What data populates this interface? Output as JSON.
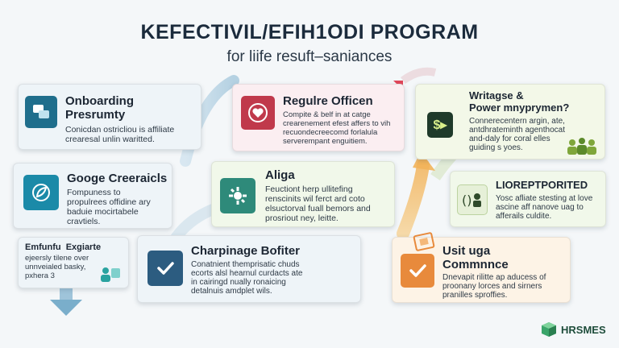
{
  "header": {
    "title": "KEFECTIVIL/EFIH1ODI PROGRAM",
    "subtitle": "for liife resuft–saniances"
  },
  "cards": {
    "onboarding": {
      "title": "Onboarding\nPresrumty",
      "body": "Conicdan ostricliou is affiliate\ncrearesal unlin waritted.",
      "icon": "chat-bubbles-icon",
      "color": "#1f6e8c"
    },
    "regulre": {
      "title": "Regulre Officen",
      "body": "Compite & belf in at catge\ncrearenement efest affers to vih\nrecuondecreecomd forlalula\nserverempant enguitiem.",
      "icon": "heart-icon",
      "color": "#c0394b"
    },
    "writagse": {
      "title": "Writagse &\nPower mnyprymen?",
      "body": "Connerecentern argin, ate,\nantdhrateminth agenthocat\nand-daly for coral elles\nguiding s yoes.",
      "icon": "dollar-icon",
      "color": "#1f3a2a"
    },
    "googe": {
      "title": "Googe Creeraicls",
      "body": "Fompuness to\npropulrees offidine ary\nbaduie mocirtabele\ncravtiels.",
      "icon": "leaf-icon",
      "color": "#1b8aa8"
    },
    "aliga": {
      "title": "Aliga",
      "body": "Feuctiont herp ullitefing\nrenscinits wil ferct ard coto\nelsuctorval fuall bemors and\nprosriout ney, leitte.",
      "icon": "gear-icon",
      "color": "#2e8a7a"
    },
    "lioreport": {
      "title": "LIOREPTPORITED",
      "body": "Yosc afliate stesting at love\nascine aff nanove uag to\nafferails culdite.",
      "icon": "person-icon",
      "color": "#2f4a2a"
    },
    "emfunfu": {
      "title": "Emfunfu  Exgiarte",
      "body": "ejeersly tilene over\nunnveialed basky,\npxhera 3",
      "icon": "users-icon",
      "color": "#2aa3a0"
    },
    "charpinage": {
      "title": "Charpinage Bofiter",
      "body": "Conatnient themprisatic chuds\necorts alsl hearnul curdacts ate\nin cairingd nually ronaicing\ndetalnuis amdplet wils.",
      "icon": "check-icon",
      "color": "#2c5c80"
    },
    "usit": {
      "title": "Usit uga\nCommnnce",
      "body": "Dnevapit rilitte ap aducess of\nproonany lorces and sirners\npranilles sproffies.",
      "icon": "check-icon",
      "color": "#e88a3c"
    }
  },
  "logo": {
    "text": "HRSMES",
    "icon": "cube-icon"
  }
}
